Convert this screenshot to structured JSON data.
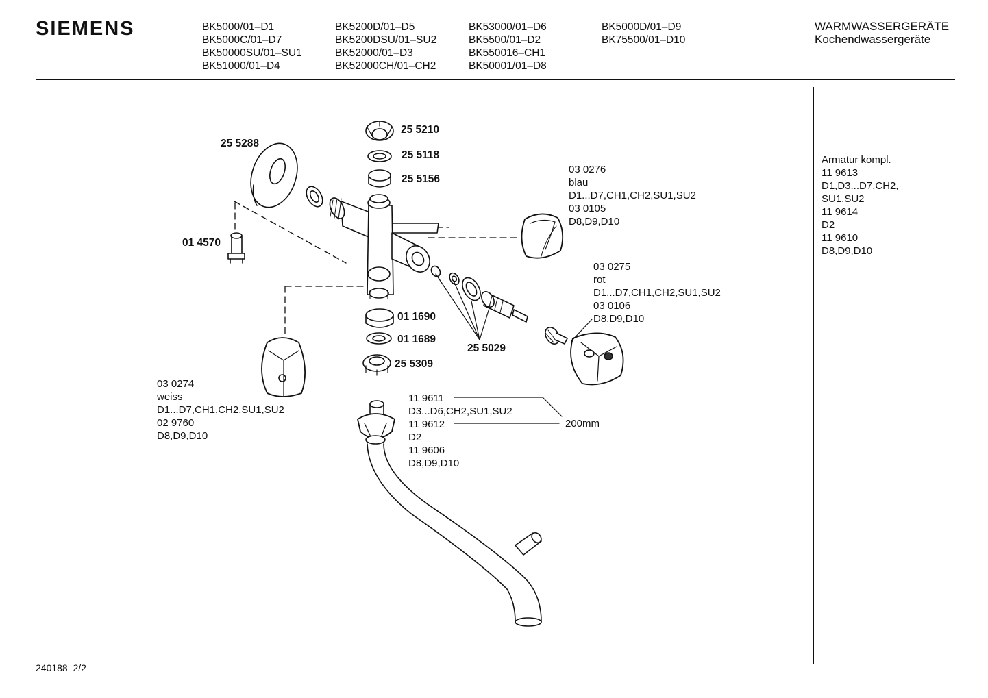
{
  "header": {
    "brand": "SIEMENS",
    "model_columns": [
      [
        "BK5000/01–D1",
        "BK5000C/01–D7",
        "BK50000SU/01–SU1",
        "BK51000/01–D4"
      ],
      [
        "BK5200D/01–D5",
        "BK5200DSU/01–SU2",
        "BK52000/01–D3",
        "BK52000CH/01–CH2"
      ],
      [
        "BK53000/01–D6",
        "BK5500/01–D2",
        "BK550016–CH1",
        "BK50001/01–D8"
      ],
      [
        "BK5000D/01–D9",
        "BK75500/01–D10"
      ]
    ],
    "category_title": "WARMWASSERGERÄTE",
    "category_subtitle": "Kochendwassergeräte"
  },
  "sidebar": {
    "lines": [
      "Armatur kompl.",
      "11 9613",
      "D1,D3...D7,CH2,",
      "SU1,SU2",
      "11 9614",
      "D2",
      "11 9610",
      "D8,D9,D10"
    ]
  },
  "parts": {
    "p255210": "25 5210",
    "p255288": "25 5288",
    "p255118": "25 5118",
    "p255156": "25 5156",
    "p014570": "01 4570",
    "p011690": "01 1690",
    "p011689": "01 1689",
    "p255309": "25 5309",
    "p255029": "25 5029"
  },
  "callouts": {
    "blue_knob": [
      "03 0276",
      "blau",
      "D1...D7,CH1,CH2,SU1,SU2",
      "03 0105",
      "D8,D9,D10"
    ],
    "red_knob": [
      "03 0275",
      "rot",
      "D1...D7,CH1,CH2,SU1,SU2",
      "03 0106",
      "D8,D9,D10"
    ],
    "white_knob": [
      "03 0274",
      "weiss",
      "D1...D7,CH1,CH2,SU1,SU2",
      "02 9760",
      "D8,D9,D10"
    ],
    "spout": [
      "11 9611",
      "D3...D6,CH2,SU1,SU2",
      "11 9612",
      "D2",
      "11 9606",
      "D8,D9,D10"
    ],
    "spout_length": "200mm"
  },
  "footer": {
    "doc_ref": "240188–2/2"
  },
  "colors": {
    "ink": "#111111",
    "paper": "#ffffff",
    "shade": "#333333"
  }
}
